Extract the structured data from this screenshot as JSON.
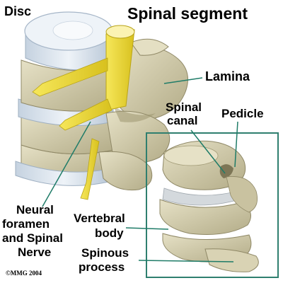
{
  "title": "Spinal segment",
  "labels": {
    "disc": "Disc",
    "lamina": "Lamina",
    "spinal_canal_line1": "Spinal",
    "spinal_canal_line2": "canal",
    "pedicle": "Pedicle",
    "neural_line1": "Neural",
    "neural_line2": "foramen",
    "neural_line3": "and Spinal",
    "neural_line4": "Nerve",
    "vertebral_line1": "Vertebral",
    "vertebral_line2": "body",
    "spinous_line1": "Spinous",
    "spinous_line2": "process"
  },
  "copyright": "©MMG 2004",
  "colors": {
    "bone": "#d9d3b4",
    "bone_shadow": "#a9a27e",
    "disc": "#dfe8f1",
    "disc_shadow": "#b9c8d8",
    "nerve": "#f1df3b",
    "frame": "#2f7f6f",
    "pointer": "#1f7c68"
  }
}
